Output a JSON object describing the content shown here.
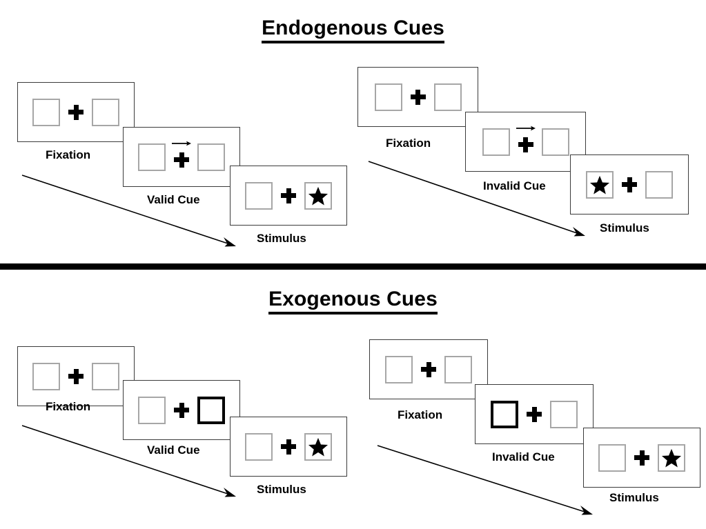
{
  "sections": [
    {
      "id": "endogenous",
      "title": "Endogenous Cues",
      "trials": [
        {
          "id": "endogenous-valid",
          "cue_type": "arrow",
          "panels": [
            {
              "caption": "Fixation",
              "cue_side": "none",
              "cue_direction": "none",
              "stimulus_side": "none"
            },
            {
              "caption": "Valid Cue",
              "cue_side": "none",
              "cue_direction": "right",
              "stimulus_side": "none"
            },
            {
              "caption": "Stimulus",
              "cue_side": "none",
              "cue_direction": "none",
              "stimulus_side": "right"
            }
          ]
        },
        {
          "id": "endogenous-invalid",
          "cue_type": "arrow",
          "panels": [
            {
              "caption": "Fixation",
              "cue_side": "none",
              "cue_direction": "none",
              "stimulus_side": "none"
            },
            {
              "caption": "Invalid Cue",
              "cue_side": "none",
              "cue_direction": "right",
              "stimulus_side": "none"
            },
            {
              "caption": "Stimulus",
              "cue_side": "none",
              "cue_direction": "none",
              "stimulus_side": "left"
            }
          ]
        }
      ]
    },
    {
      "id": "exogenous",
      "title": "Exogenous Cues",
      "trials": [
        {
          "id": "exogenous-valid",
          "cue_type": "box-highlight",
          "panels": [
            {
              "caption": "Fixation",
              "cue_side": "none",
              "cue_direction": "none",
              "stimulus_side": "none"
            },
            {
              "caption": "Valid Cue",
              "cue_side": "right",
              "cue_direction": "none",
              "stimulus_side": "none"
            },
            {
              "caption": "Stimulus",
              "cue_side": "none",
              "cue_direction": "none",
              "stimulus_side": "right"
            }
          ]
        },
        {
          "id": "exogenous-invalid",
          "cue_type": "box-highlight",
          "panels": [
            {
              "caption": "Fixation",
              "cue_side": "none",
              "cue_direction": "none",
              "stimulus_side": "none"
            },
            {
              "caption": "Invalid Cue",
              "cue_side": "left",
              "cue_direction": "none",
              "stimulus_side": "none"
            },
            {
              "caption": "Stimulus",
              "cue_side": "none",
              "cue_direction": "none",
              "stimulus_side": "right"
            }
          ]
        }
      ]
    }
  ],
  "icons": {
    "fixation": "plus-icon",
    "target": "star-icon",
    "cue_arrow": "right-arrow-icon",
    "flow": "diagonal-arrow-icon"
  },
  "colors": {
    "stroke": "#000000",
    "panel_border": "#3a3a3a",
    "box_border": "#a6a6a6",
    "cued_box_border": "#000000",
    "background": "#ffffff"
  }
}
